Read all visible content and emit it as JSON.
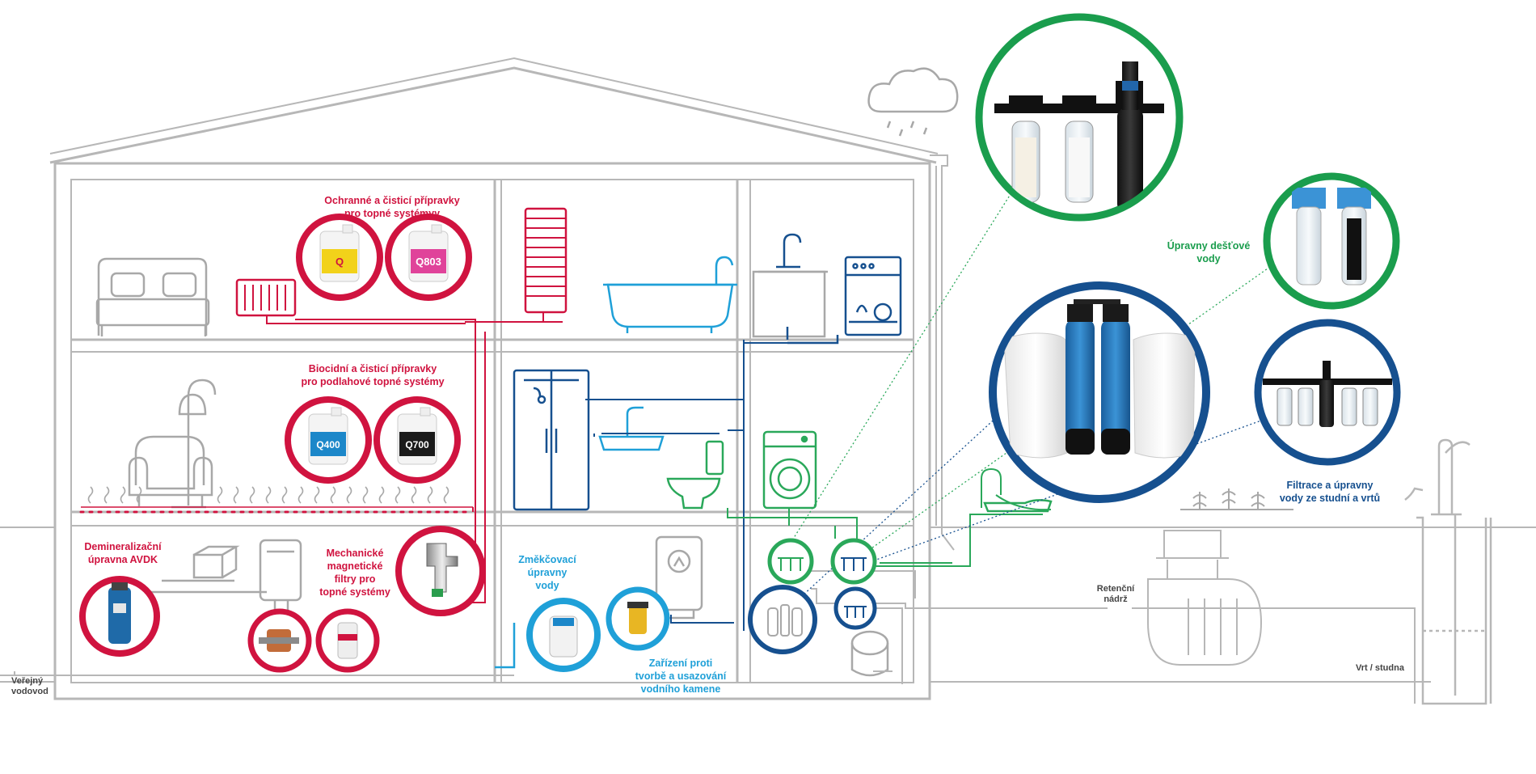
{
  "colors": {
    "red": "#d0133f",
    "light_blue": "#1fa0d8",
    "navy": "#16508f",
    "green": "#1a9d4d",
    "line_gray": "#b7b7b7",
    "icon_gray": "#9a9a9a"
  },
  "labels": {
    "heating_protect_1": "Ochranné a čisticí přípravky",
    "heating_protect_2": "pro topné systémyy",
    "floor_heating_1": "Biocidní a čisticí přípravky",
    "floor_heating_2": "pro podlahové topné systémy",
    "demineral_1": "Demineralizační",
    "demineral_2": "úpravna AVDK",
    "magnetic_1": "Mechanické",
    "magnetic_2": "magnetické",
    "magnetic_3": "filtry pro",
    "magnetic_4": "topné systémy",
    "softener_1": "Změkčovací",
    "softener_2": "úpravny",
    "softener_3": "vody",
    "scale_1": "Zařízení proti",
    "scale_2": "tvorbě a usazování",
    "scale_3": "vodního kamene",
    "rain_1": "Úpravny dešťové",
    "rain_2": "vody",
    "well_filter_1": "Filtrace a úpravny",
    "well_filter_2": "vody ze studní a vrtů",
    "retention_1": "Retenční",
    "retention_2": "nádrž",
    "well": "Vrt / studna",
    "public_1": "Veřejný",
    "public_2": "vodovod"
  },
  "products": {
    "canister_yellow": "Q",
    "canister_pink": "Q803",
    "canister_blue": "Q400",
    "canister_black": "Q700"
  },
  "icons": [
    "bed-icon",
    "radiator-icon",
    "lamp-icon",
    "armchair-icon",
    "towel-rail-icon",
    "bathtub-icon",
    "sink-icon",
    "washing-machine-icon",
    "dishwasher-icon",
    "shower-cabin-icon",
    "washbasin-icon",
    "toilet-icon",
    "boiler-icon",
    "cloud-icon",
    "pump-icon",
    "retention-tank-icon",
    "garden-sprinkler-icon"
  ]
}
